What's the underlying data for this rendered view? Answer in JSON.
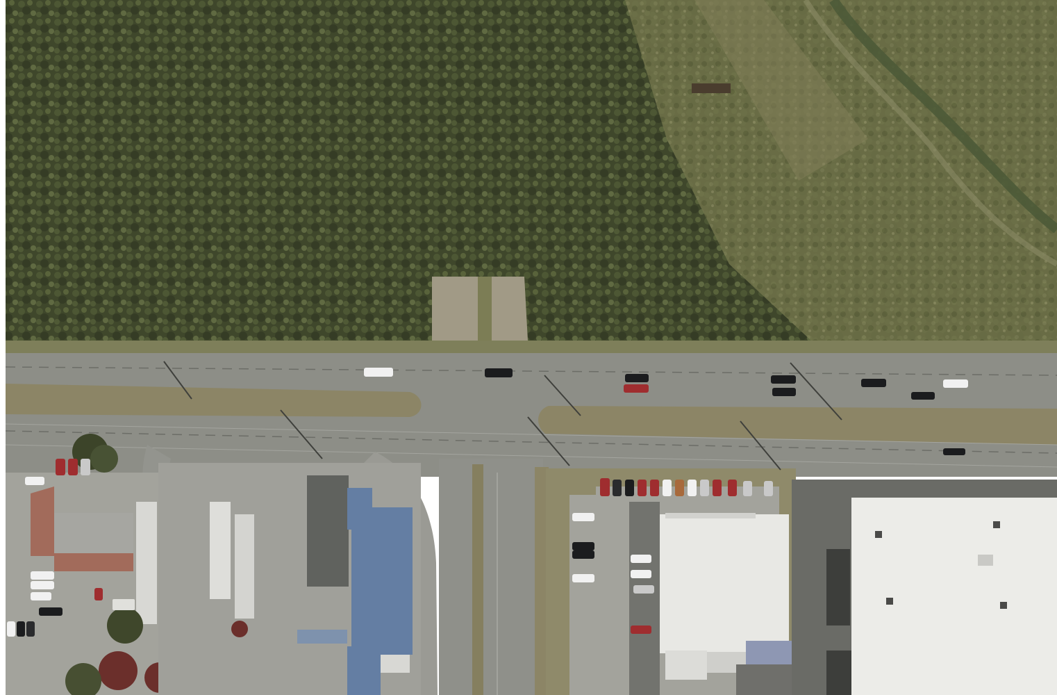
{
  "map": {
    "view": "aerial-imagery",
    "colors": {
      "frame": "#ffffff",
      "forest_dark": "#3c4429",
      "forest_mid": "#556039",
      "forest_light": "#6d7347",
      "meadow": "#7f8055",
      "creek": "#55613d",
      "road": "#8d8e87",
      "road_edge": "#9fa09a",
      "median": "#8c8566",
      "lane_line": "#6c6d67",
      "pavement": "#9a9a94",
      "parking": "#a3a39c",
      "shadow": "#4b4d49",
      "roof_light": "#e8e8e4",
      "roof_grey": "#a6a6a1",
      "roof_blue": "#647ea3",
      "roof_brick": "#a26b5b",
      "car_dark": "#1b1c1e",
      "car_white": "#f1f1f1",
      "car_red": "#9f2d2f",
      "tree_red": "#6b2f2b"
    },
    "features": [
      "woodland-north",
      "creek-channel-northeast",
      "divided-road",
      "side-street-south",
      "gas-station",
      "strip-mall",
      "warehouse-roof",
      "parking-lots"
    ]
  }
}
